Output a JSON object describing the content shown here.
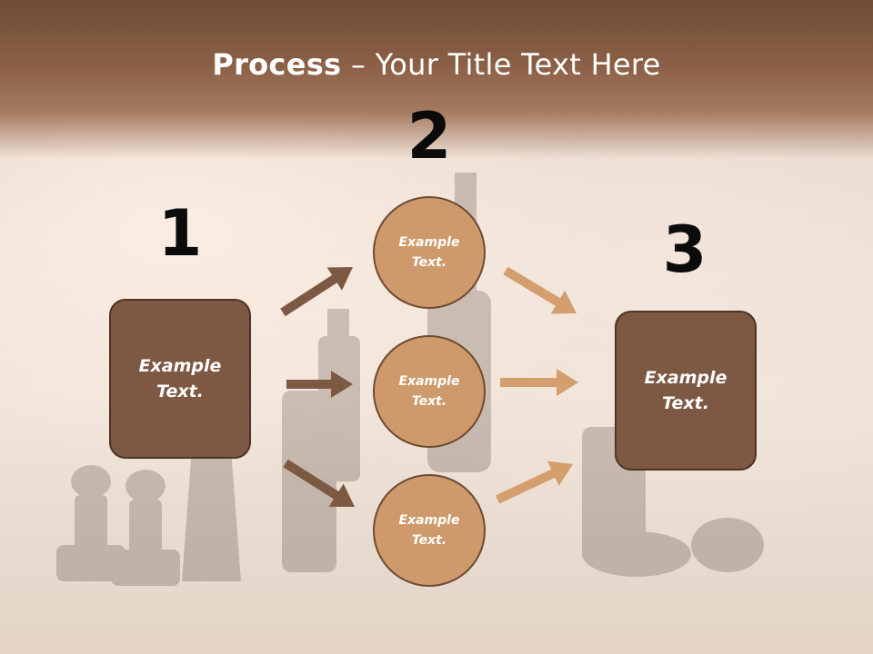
{
  "title": {
    "bold": "Process",
    "rest": " – Your Title Text Here"
  },
  "steps": {
    "one": "1",
    "two": "2",
    "three": "3"
  },
  "box_left": {
    "text": "Example\nText."
  },
  "box_right": {
    "text": "Example\nText."
  },
  "circles": [
    {
      "text": "Example\nText."
    },
    {
      "text": "Example\nText."
    },
    {
      "text": "Example\nText."
    }
  ],
  "colors": {
    "dark_arrow": "#7d5842",
    "light_arrow": "#d49e6e",
    "box_fill": "#7d5842",
    "circle_fill": "#cf9a6b"
  }
}
